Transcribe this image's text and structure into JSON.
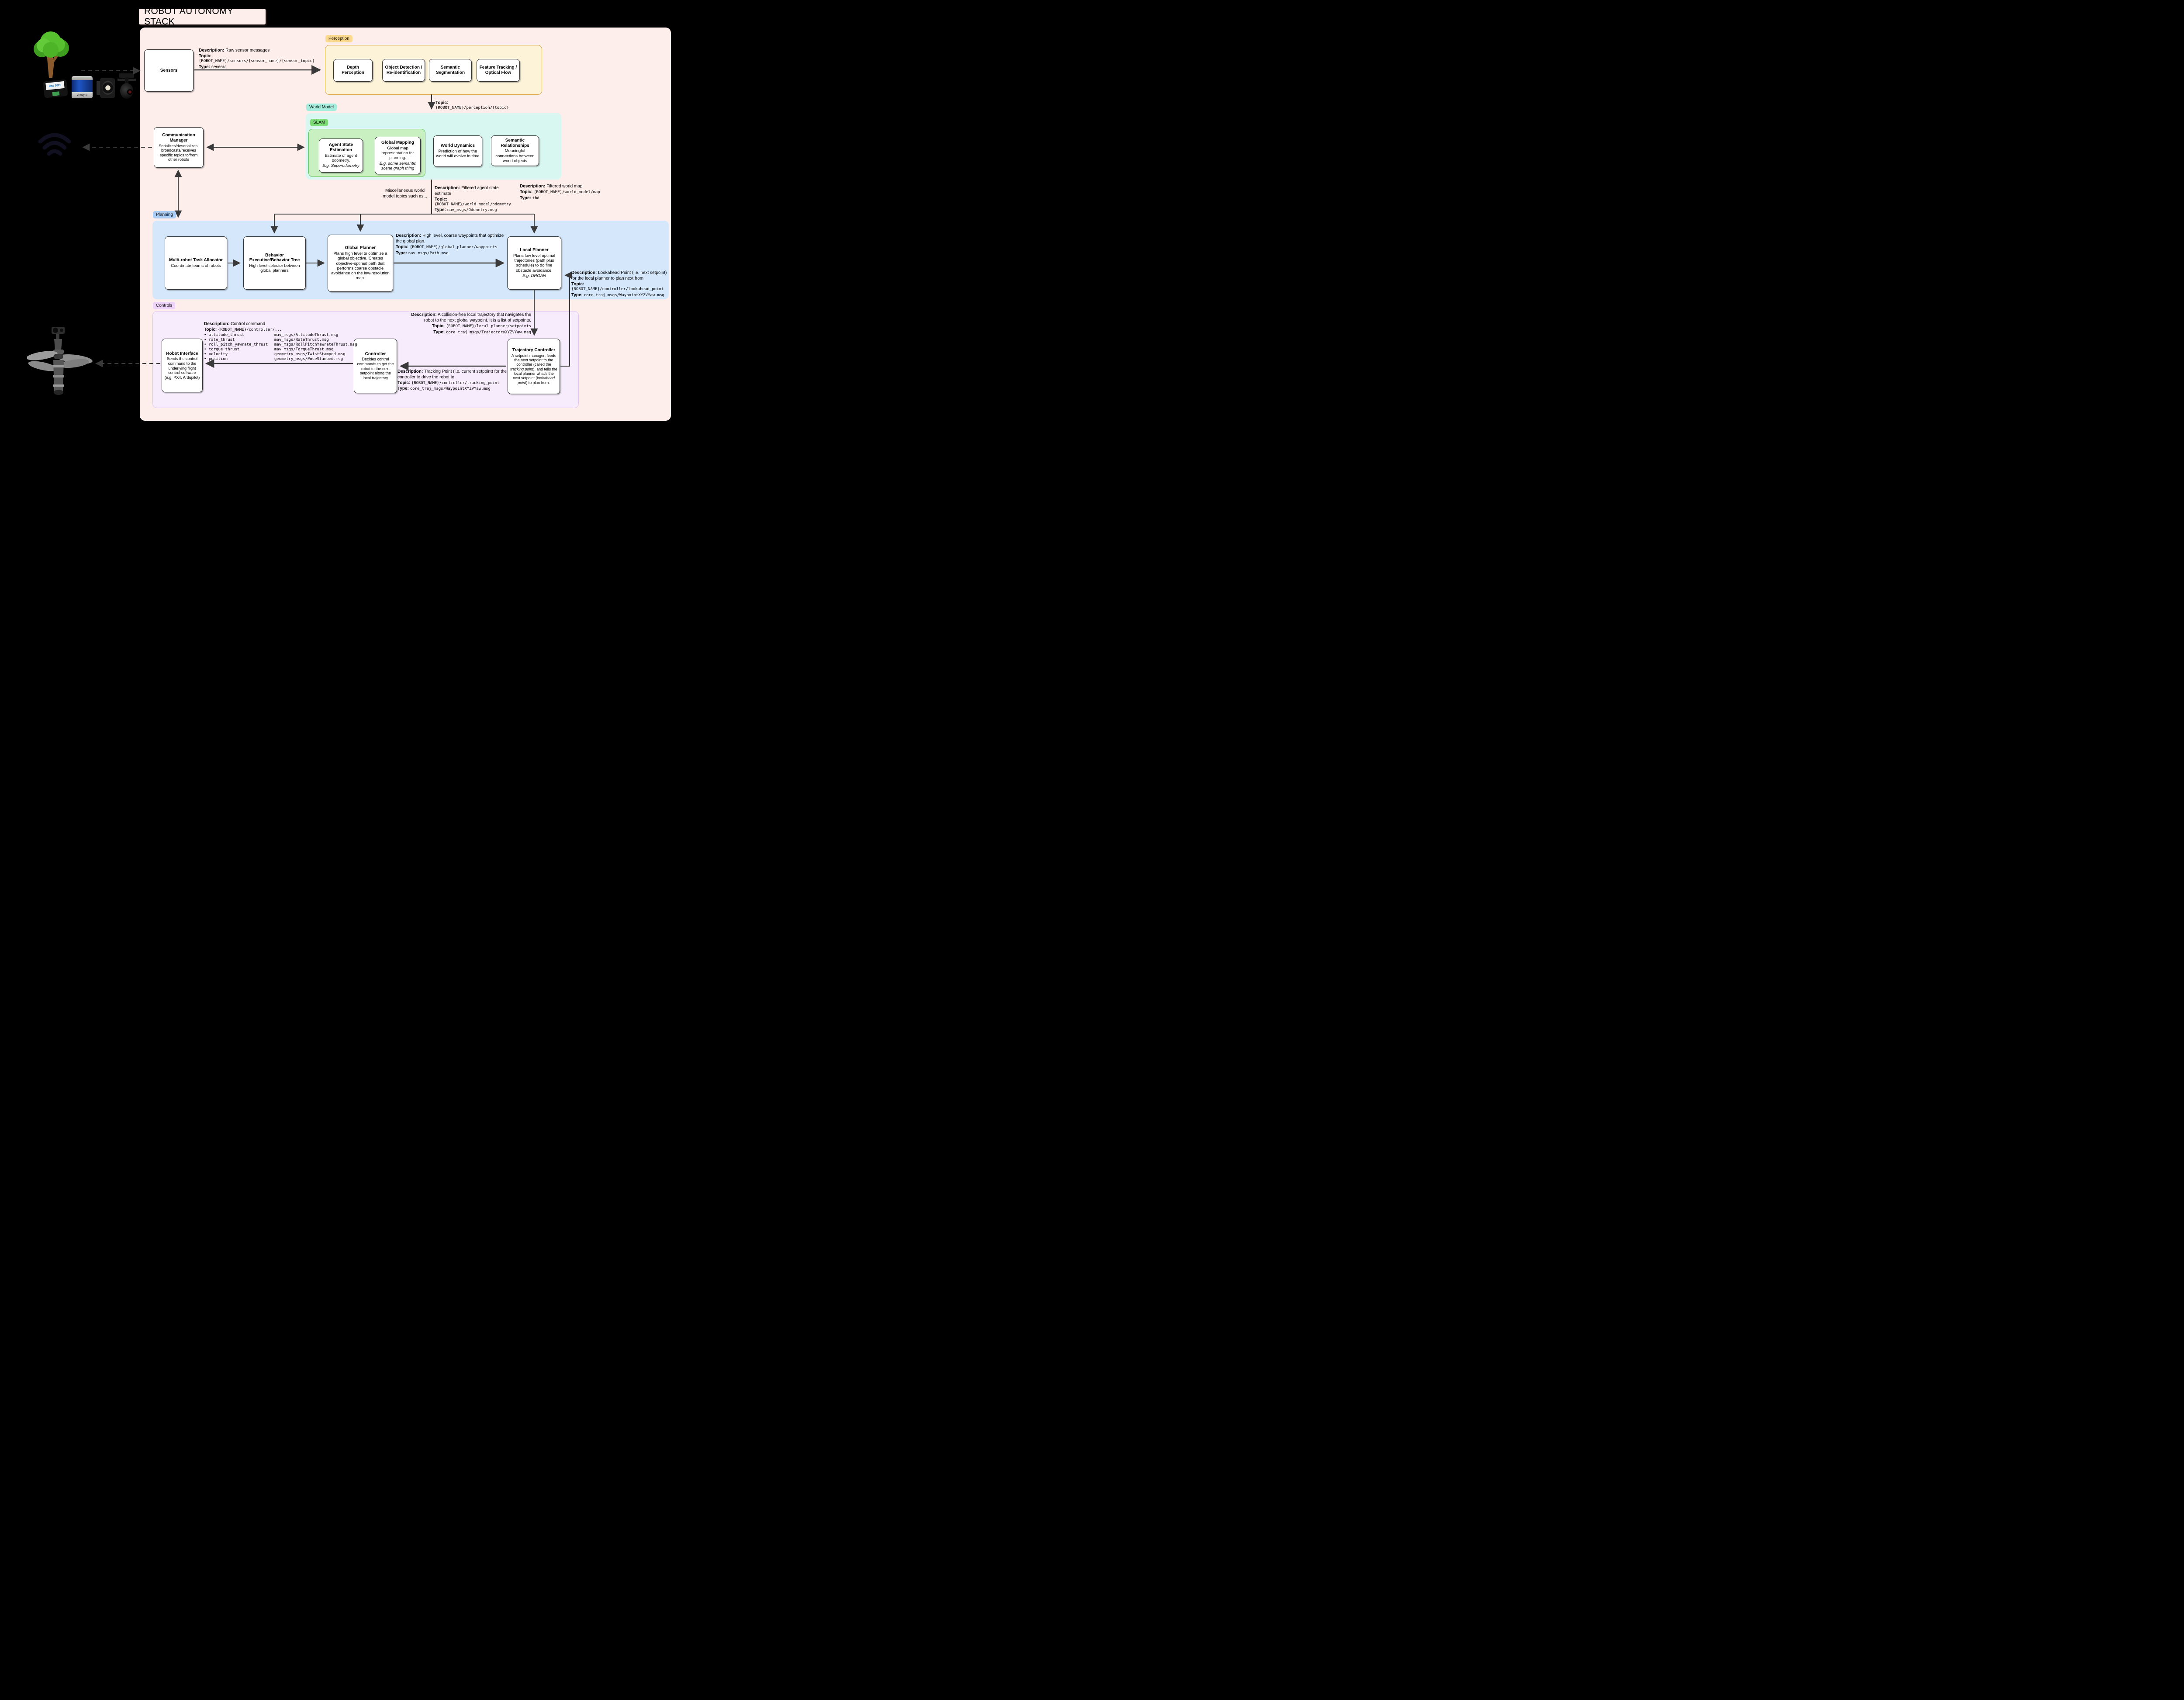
{
  "title": "ROBOT AUTONOMY STACK",
  "labels": {
    "description": "Description:",
    "topic": "Topic:",
    "type": "Type:"
  },
  "sensors": {
    "title": "Sensors",
    "info": {
      "description": "Raw sensor messages",
      "topic": "{ROBOT_NAME}/sensors/{sensor_name}/{sensor_topic}",
      "type": "several"
    }
  },
  "perception": {
    "tag": "Perception",
    "boxes": [
      "Depth Perception",
      "Object Detection / Re-identification",
      "Semantic Segmentation",
      "Feature Tracking / Optical Flow"
    ],
    "out_topic": "{ROBOT_NAME}/perception/{topic}"
  },
  "world_model": {
    "tag": "World Model",
    "slam_tag": "SLAM",
    "agent_state": {
      "title": "Agent State Estimation",
      "body": "Estimate of agent odometry.",
      "example": "E.g. Superodometry"
    },
    "global_mapping": {
      "title": "Global Mapping",
      "body": "Global map representation for planning.",
      "example": "E.g. some semantic scene graph thing"
    },
    "world_dynamics": {
      "title": "World Dynamics",
      "body": "Prediction of how the world will evolve in time"
    },
    "semantic_relationships": {
      "title": "Semantic Relationships",
      "body": "Meaningful connections between world objects"
    },
    "misc_note": "Miscellaneous world model topics such as...",
    "odometry_info": {
      "description": "Filtered agent state estimate",
      "topic": "{ROBOT_NAME}/world_model/odometry",
      "type": "nav_msgs/Odometry.msg"
    },
    "map_info": {
      "description": "Filtered world map",
      "topic": "{ROBOT_NAME}/world_model/map",
      "type": "tbd"
    }
  },
  "comm_manager": {
    "title": "Communication Manager",
    "body": "Serializes/deserializes, broadcasts/receives specific topics to/from other robots"
  },
  "planning": {
    "tag": "Planning",
    "task_allocator": {
      "title": "Multi-robot Task Allocator",
      "body": "Coordinate teams of robots"
    },
    "behavior_executive": {
      "title": "Behavior Executive/Behavior Tree",
      "body": "High level selector between global planners"
    },
    "global_planner": {
      "title": "Global Planner",
      "body": "Plans high level to optimize a global objective. Creates objective-optimal path that performs coarse obstacle avoidance on the low-resolution map."
    },
    "local_planner": {
      "title": "Local Planner",
      "body": "Plans low level optimal trajectories (path plus schedule) to do fine obstacle avoidance.",
      "example": "E.g. DROAN"
    },
    "waypoints_info": {
      "description": "High level, coarse waypoints that optimize the global plan.",
      "topic": "{ROBOT_NAME}/global_planner/waypoints",
      "type": "nav_msgs/Path.msg"
    },
    "lookahead_info": {
      "description": "Lookahead Point (i.e. next setpoint) for the local planner to plan next from",
      "topic": "{ROBOT_NAME}/controller/lookahead_point",
      "type": "core_traj_msgs/WaypointXYZVYaw.msg"
    }
  },
  "controls": {
    "tag": "Controls",
    "robot_interface": {
      "title": "Robot Interface",
      "body": "Sends the control command to the underlying flight control software (e.g. PX4, Ardupilot)"
    },
    "controller": {
      "title": "Controller",
      "body": "Decides control commands to get the robot to the next setpoint along the local trajectory"
    },
    "trajectory_controller": {
      "title": "Trajectory Controller",
      "body_parts": [
        "A setpoint manager: feeds the next setpoint to the controller (called the ",
        "tracking point",
        "), and tells the local planner what's the next setpoint (",
        "lookahead point",
        ") to plan from."
      ]
    },
    "setpoints_info": {
      "description": "A collision-free local trajectory that navigates the robot to the next global waypoint. It is a list of setpoints.",
      "topic": "{ROBOT_NAME}/local_planner/setpoints",
      "type": "core_traj_msgs/TrajectoryXYZVYaw.msg"
    },
    "control_cmd_info": {
      "description": "Control command",
      "topic_prefix": "{ROBOT_NAME}/controller/...",
      "rows": [
        {
          "name": "attitude_thrust",
          "type": "mav_msgs/AttitudeThrust.msg"
        },
        {
          "name": "rate_thrust",
          "type": "mav_msgs/RateThrust.msg"
        },
        {
          "name": "roll_pitch_yawrate_thrust",
          "type": "mav_msgs/RollPitchYawrateThrust.msg"
        },
        {
          "name": "torque_thrust",
          "type": "mav_msgs/TorqueThrust.msg"
        },
        {
          "name": "velocity",
          "type": "geometry_msgs/TwistStamped.msg"
        },
        {
          "name": "position",
          "type": "geometry_msgs/PoseStamped.msg"
        }
      ]
    },
    "tracking_info": {
      "description": "Tracking Point (i.e. current setpoint) for the controller to drive the robot to.",
      "topic": "{ROBOT_NAME}/controller/tracking_point",
      "type": "core_traj_msgs/WaypointXYZVYaw.msg"
    }
  },
  "images": {
    "velodyne_label": "Velodyne",
    "imu_label": "IMU 3025"
  },
  "colors": {
    "background": "#000000",
    "panel_pink": "#fdedeb",
    "perception_fill": "#fdf3d9",
    "perception_border": "#dca43e",
    "perception_tag": "#fbd98f",
    "world_model_fill": "#d9f7f1",
    "world_model_tag": "#a5eedd",
    "slam_fill": "#c8f0c1",
    "slam_border": "#5fc15c",
    "slam_tag": "#7fdd78",
    "planning_fill": "#d5e7fb",
    "planning_tag": "#a9cdf6",
    "controls_fill": "#f7ecfc",
    "controls_border": "#e3c7f0",
    "controls_tag": "#eed3f8",
    "arrow": "#3a3a3a"
  }
}
